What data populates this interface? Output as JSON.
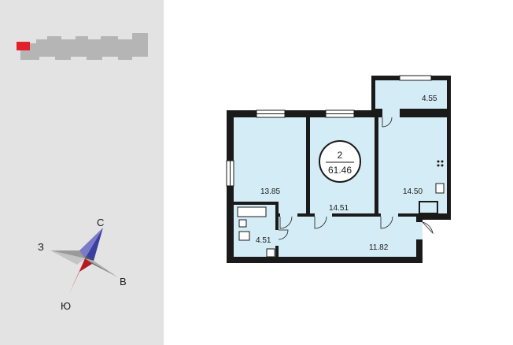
{
  "apartment": {
    "rooms_count": "2",
    "total_area": "61.46"
  },
  "rooms": [
    {
      "id": "bedroom-left",
      "area": "13.85"
    },
    {
      "id": "bedroom-center",
      "area": "14.51"
    },
    {
      "id": "kitchen",
      "area": "14.50"
    },
    {
      "id": "balcony",
      "area": "4.55"
    },
    {
      "id": "bathroom",
      "area": "4.51"
    },
    {
      "id": "hallway",
      "area": "11.82"
    }
  ],
  "compass": {
    "north": "С",
    "east": "В",
    "south": "Ю",
    "west": "З"
  },
  "colors": {
    "room_fill": "#d4ecf5",
    "wall": "#1a1a1a",
    "panel_bg": "#e3e3e3",
    "highlight": "#e1202a",
    "compass_blue": "#3b3f9e",
    "compass_grey": "#8c8c8c"
  }
}
